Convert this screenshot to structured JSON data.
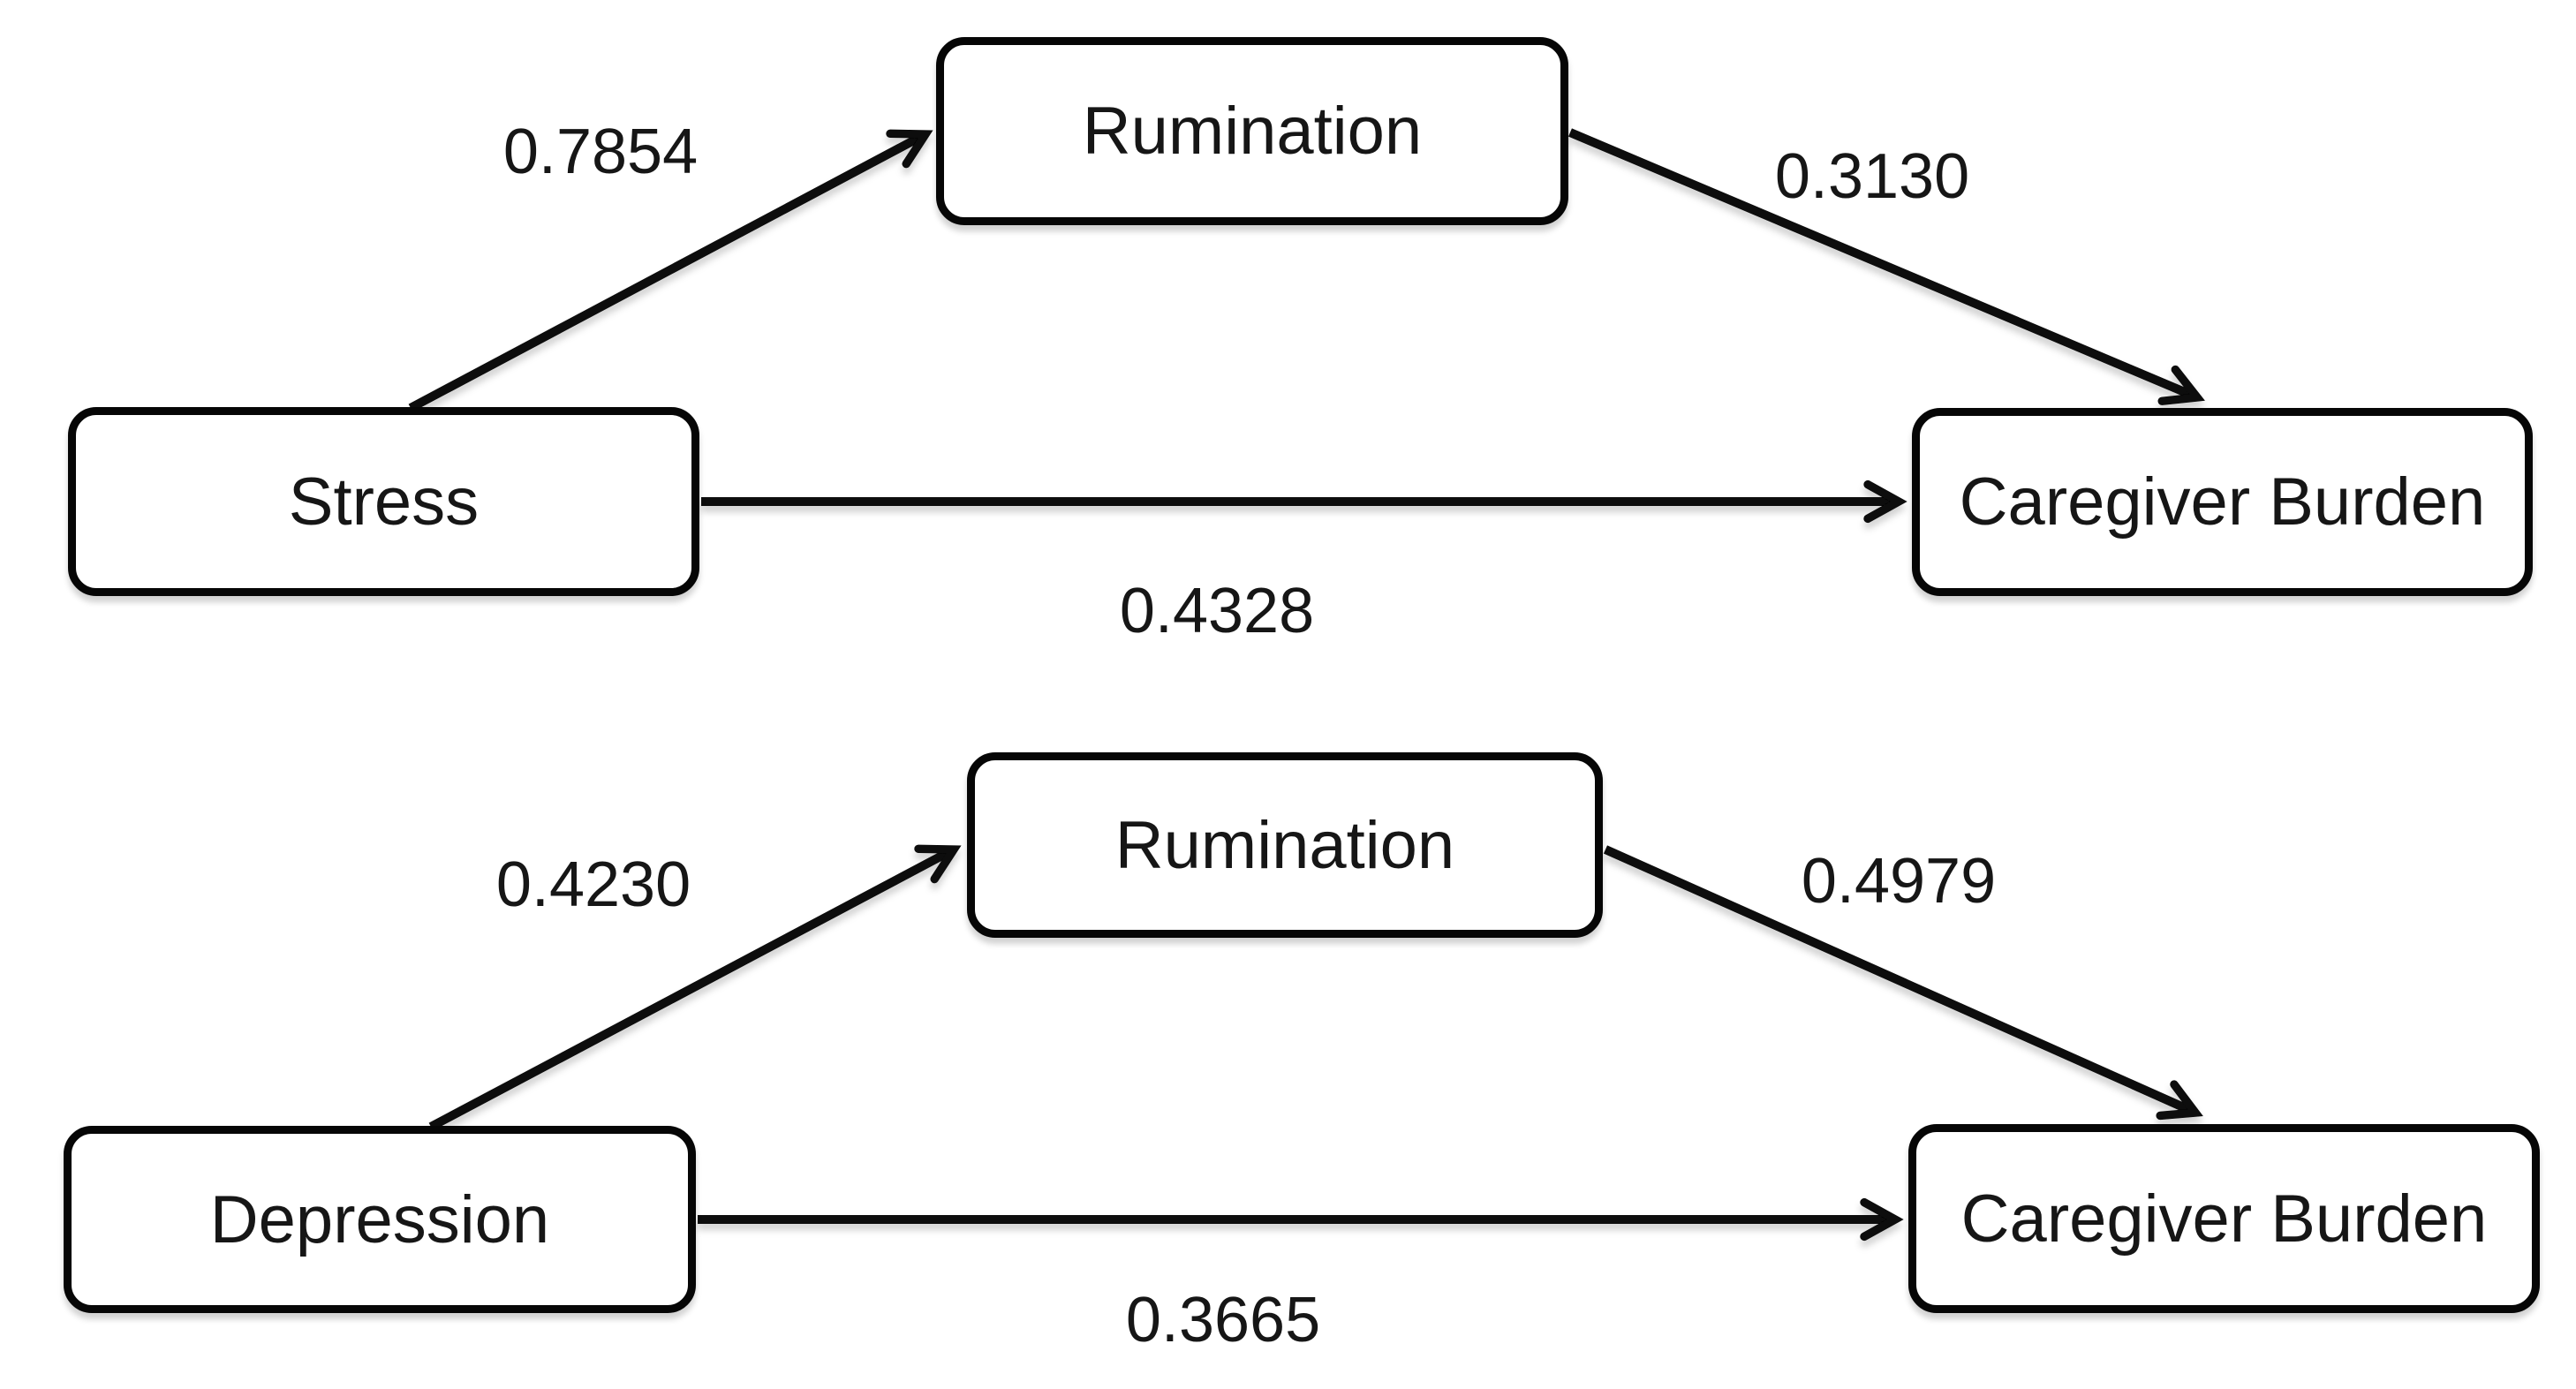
{
  "figure": {
    "background_color": "#ffffff",
    "line_color": "#070707",
    "text_color": "#161616",
    "box_fill": "#ffffff",
    "models": [
      {
        "predictor": "Stress",
        "mediator": "Rumination",
        "outcome": "Caregiver Burden",
        "paths": {
          "predictor_to_mediator": "0.7854",
          "mediator_to_outcome": "0.3130",
          "predictor_to_outcome": "0.4328"
        }
      },
      {
        "predictor": "Depression",
        "mediator": "Rumination",
        "outcome": "Caregiver Burden",
        "paths": {
          "predictor_to_mediator": "0.4230",
          "mediator_to_outcome": "0.4979",
          "predictor_to_outcome": "0.3665"
        }
      }
    ]
  }
}
